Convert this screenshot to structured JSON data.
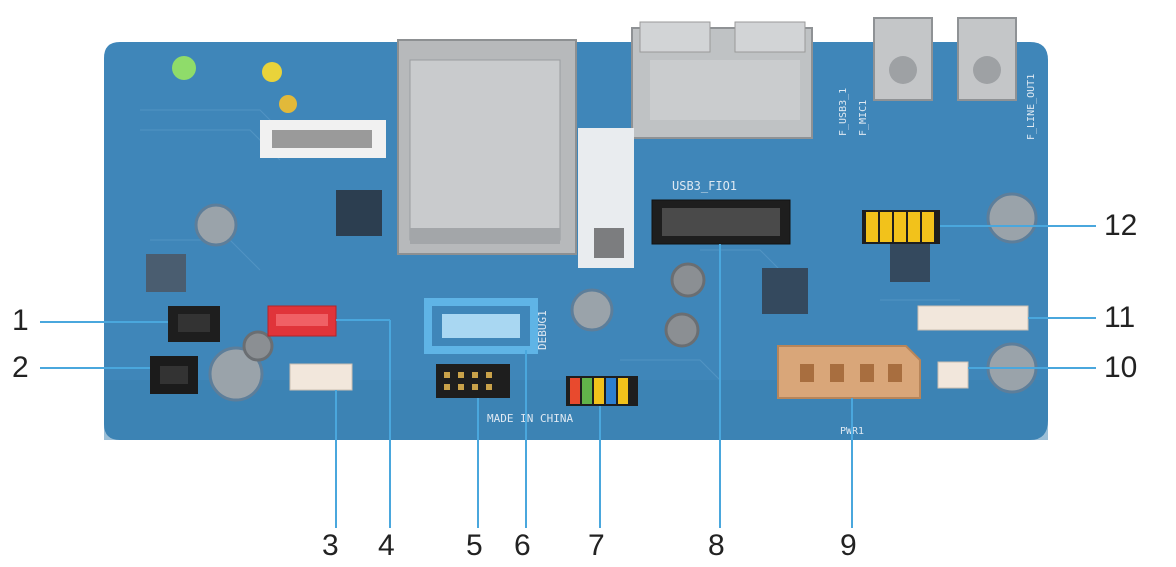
{
  "labels": {
    "usb_board": "USB3_FIO1",
    "debug": "DEBUG1",
    "made_in": "MADE IN CHINA",
    "line_out": "F_LINE_OUT1",
    "mic": "F_MIC1",
    "usb_front": "F_USB3_1",
    "pwr": "PWR1"
  },
  "callouts": [
    "1",
    "2",
    "3",
    "4",
    "5",
    "6",
    "7",
    "8",
    "9",
    "10",
    "11",
    "12"
  ],
  "colors": {
    "board": "#3f86b9",
    "board_dark": "#2f6f9f",
    "red_connector": "#e0343a",
    "blue_connector": "#5fb4e6",
    "yellow_jumper": "#f2c21b",
    "leader_line": "#4aa7dd",
    "white_connector": "#f2e7dc",
    "pwr_connector": "#d9a679"
  }
}
